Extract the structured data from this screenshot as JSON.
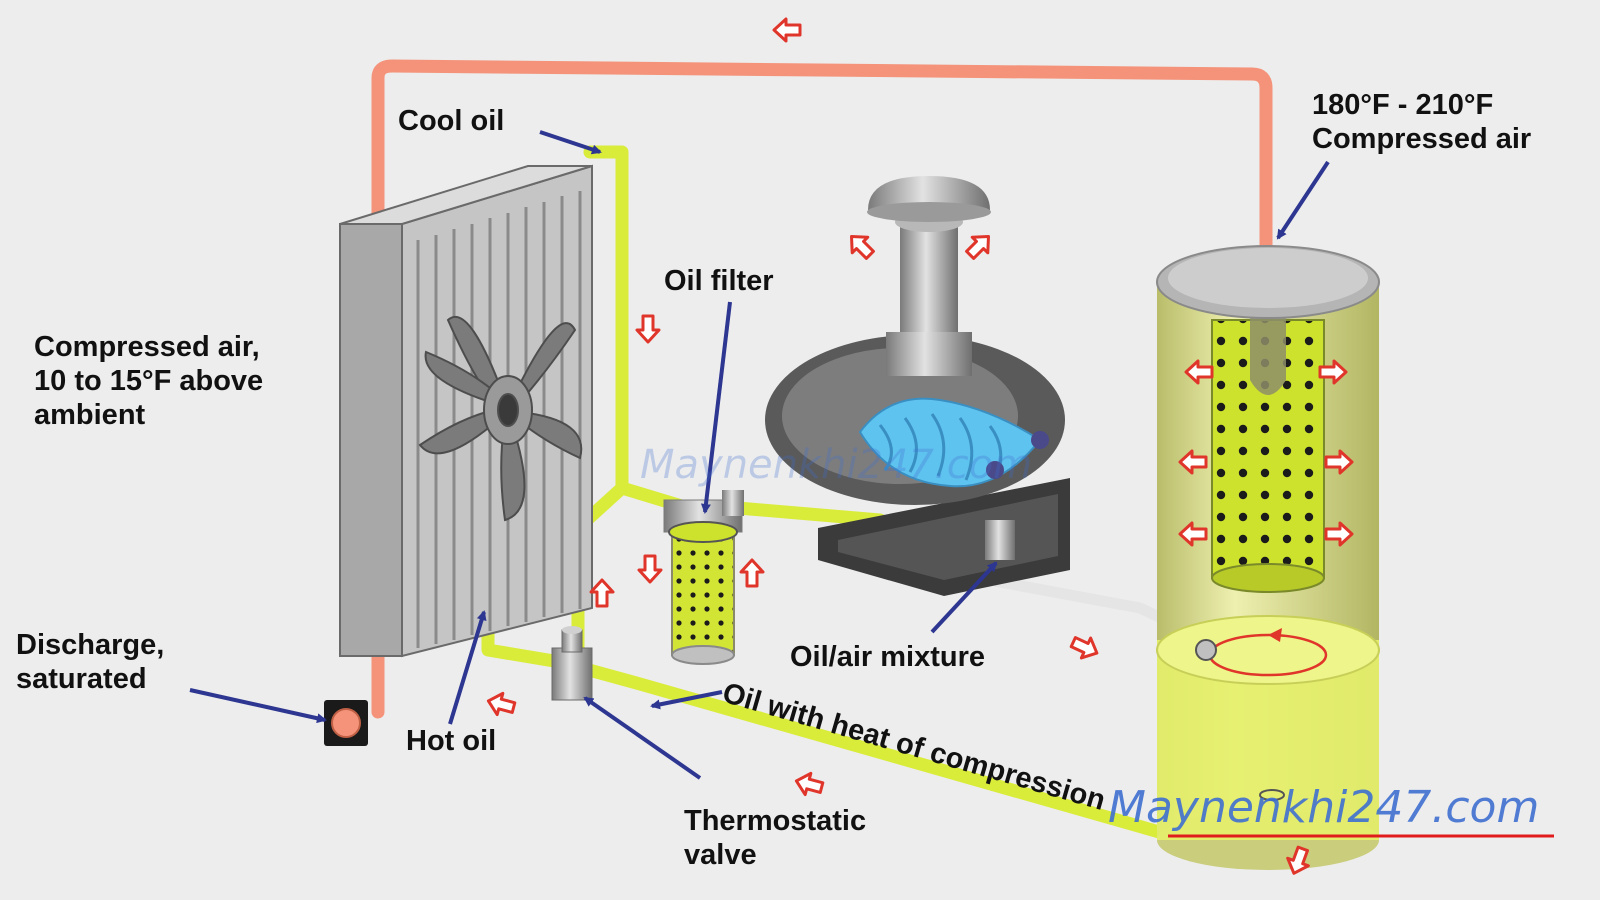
{
  "labels": {
    "cool_oil": "Cool oil",
    "oil_filter": "Oil filter",
    "compressed_air_ambient": [
      "Compressed air,",
      "10 to 15°F above",
      "ambient"
    ],
    "discharge_saturated": [
      "Discharge,",
      "saturated"
    ],
    "hot_oil": "Hot oil",
    "thermostatic_valve": [
      "Thermostatic",
      "valve"
    ],
    "oil_air_mixture": "Oil/air mixture",
    "oil_heat_compression": "Oil with heat of compression",
    "compressed_air_temp": [
      "180°F - 210°F",
      "Compressed air"
    ]
  },
  "watermark": {
    "text_center": "Maynenkhi247.com",
    "text_bottom": "Maynenkhi247.com"
  },
  "colors": {
    "background": "#ededed",
    "air_line": "#f4937a",
    "oil_line": "#d9ec3a",
    "flow_arrow": "#e0352a",
    "label_arrow": "#2d3690",
    "separator_tank": "#e3e89a",
    "airend_rotor": "#5fc3ef",
    "watermark_text": "#3f6fd1",
    "watermark_underline": "#e11b1b"
  }
}
